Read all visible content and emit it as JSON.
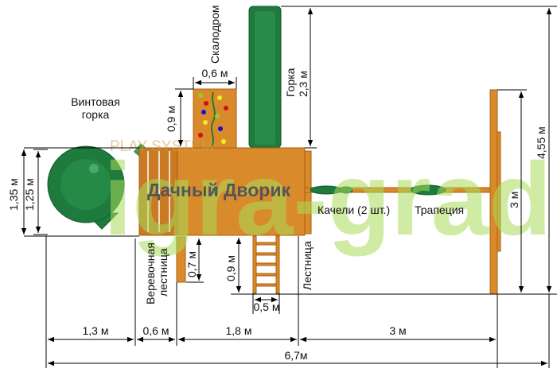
{
  "labels": {
    "spiral_slide": [
      "Винтовая",
      "горка"
    ],
    "climbing_wall": "Скалодром",
    "slide": [
      "Горка",
      "2,3 м"
    ],
    "rope_ladder": [
      "Веревочная",
      "лестница"
    ],
    "ladder": "Лестница",
    "swings": "Качели (2 шт.)",
    "trapeze": "Трапеция",
    "product_name": "Дачный Дворик"
  },
  "watermark": {
    "brand": "igra-grad",
    "sub": "PLAY SYSTEM"
  },
  "dimensions": {
    "wall_width": "0,6 м",
    "wall_height": "0,9 м",
    "height_135": "1,35 м",
    "height_125": "1,25 м",
    "rope_ladder_h": "0,7 м",
    "ladder_h": "0,9 м",
    "ladder_w": "0,5 м",
    "swing_h": "3 м",
    "total_h": "4,55 м",
    "bottom": [
      "1,3 м",
      "0,6 м",
      "1,8 м",
      "3 м"
    ],
    "total_w": "6,7м"
  },
  "colors": {
    "wood": "#d98a2b",
    "green": "#1f7a3e",
    "watermark": "#a8dc5a"
  }
}
